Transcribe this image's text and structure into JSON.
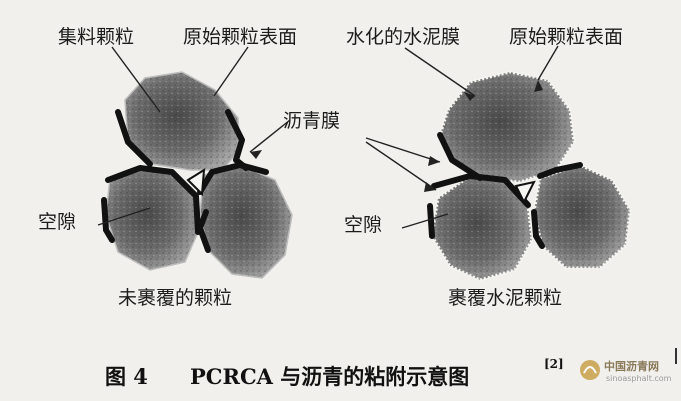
{
  "labels": {
    "aggregate_particle": "集料颗粒",
    "original_surface_left": "原始颗粒表面",
    "hydrated_cement_film": "水化的水泥膜",
    "original_surface_right": "原始颗粒表面",
    "asphalt_film": "沥青膜",
    "void_left": "空隙",
    "void_right": "空隙",
    "uncoated_particles": "未裹覆的颗粒",
    "cement_coated_particles": "裹覆水泥颗粒"
  },
  "caption": {
    "figure_number": "图 4",
    "text": "PCRCA 与沥青的粘附示意图",
    "reference": "[2]"
  },
  "watermark": {
    "name": "中国沥青网",
    "url": "sinoasphalt.com"
  },
  "colors": {
    "paper": "#f1f0ec",
    "ink": "#1a1a1a",
    "particle": "#707070",
    "asphalt": "#111111",
    "watermark_accent": "#c8a04a"
  }
}
